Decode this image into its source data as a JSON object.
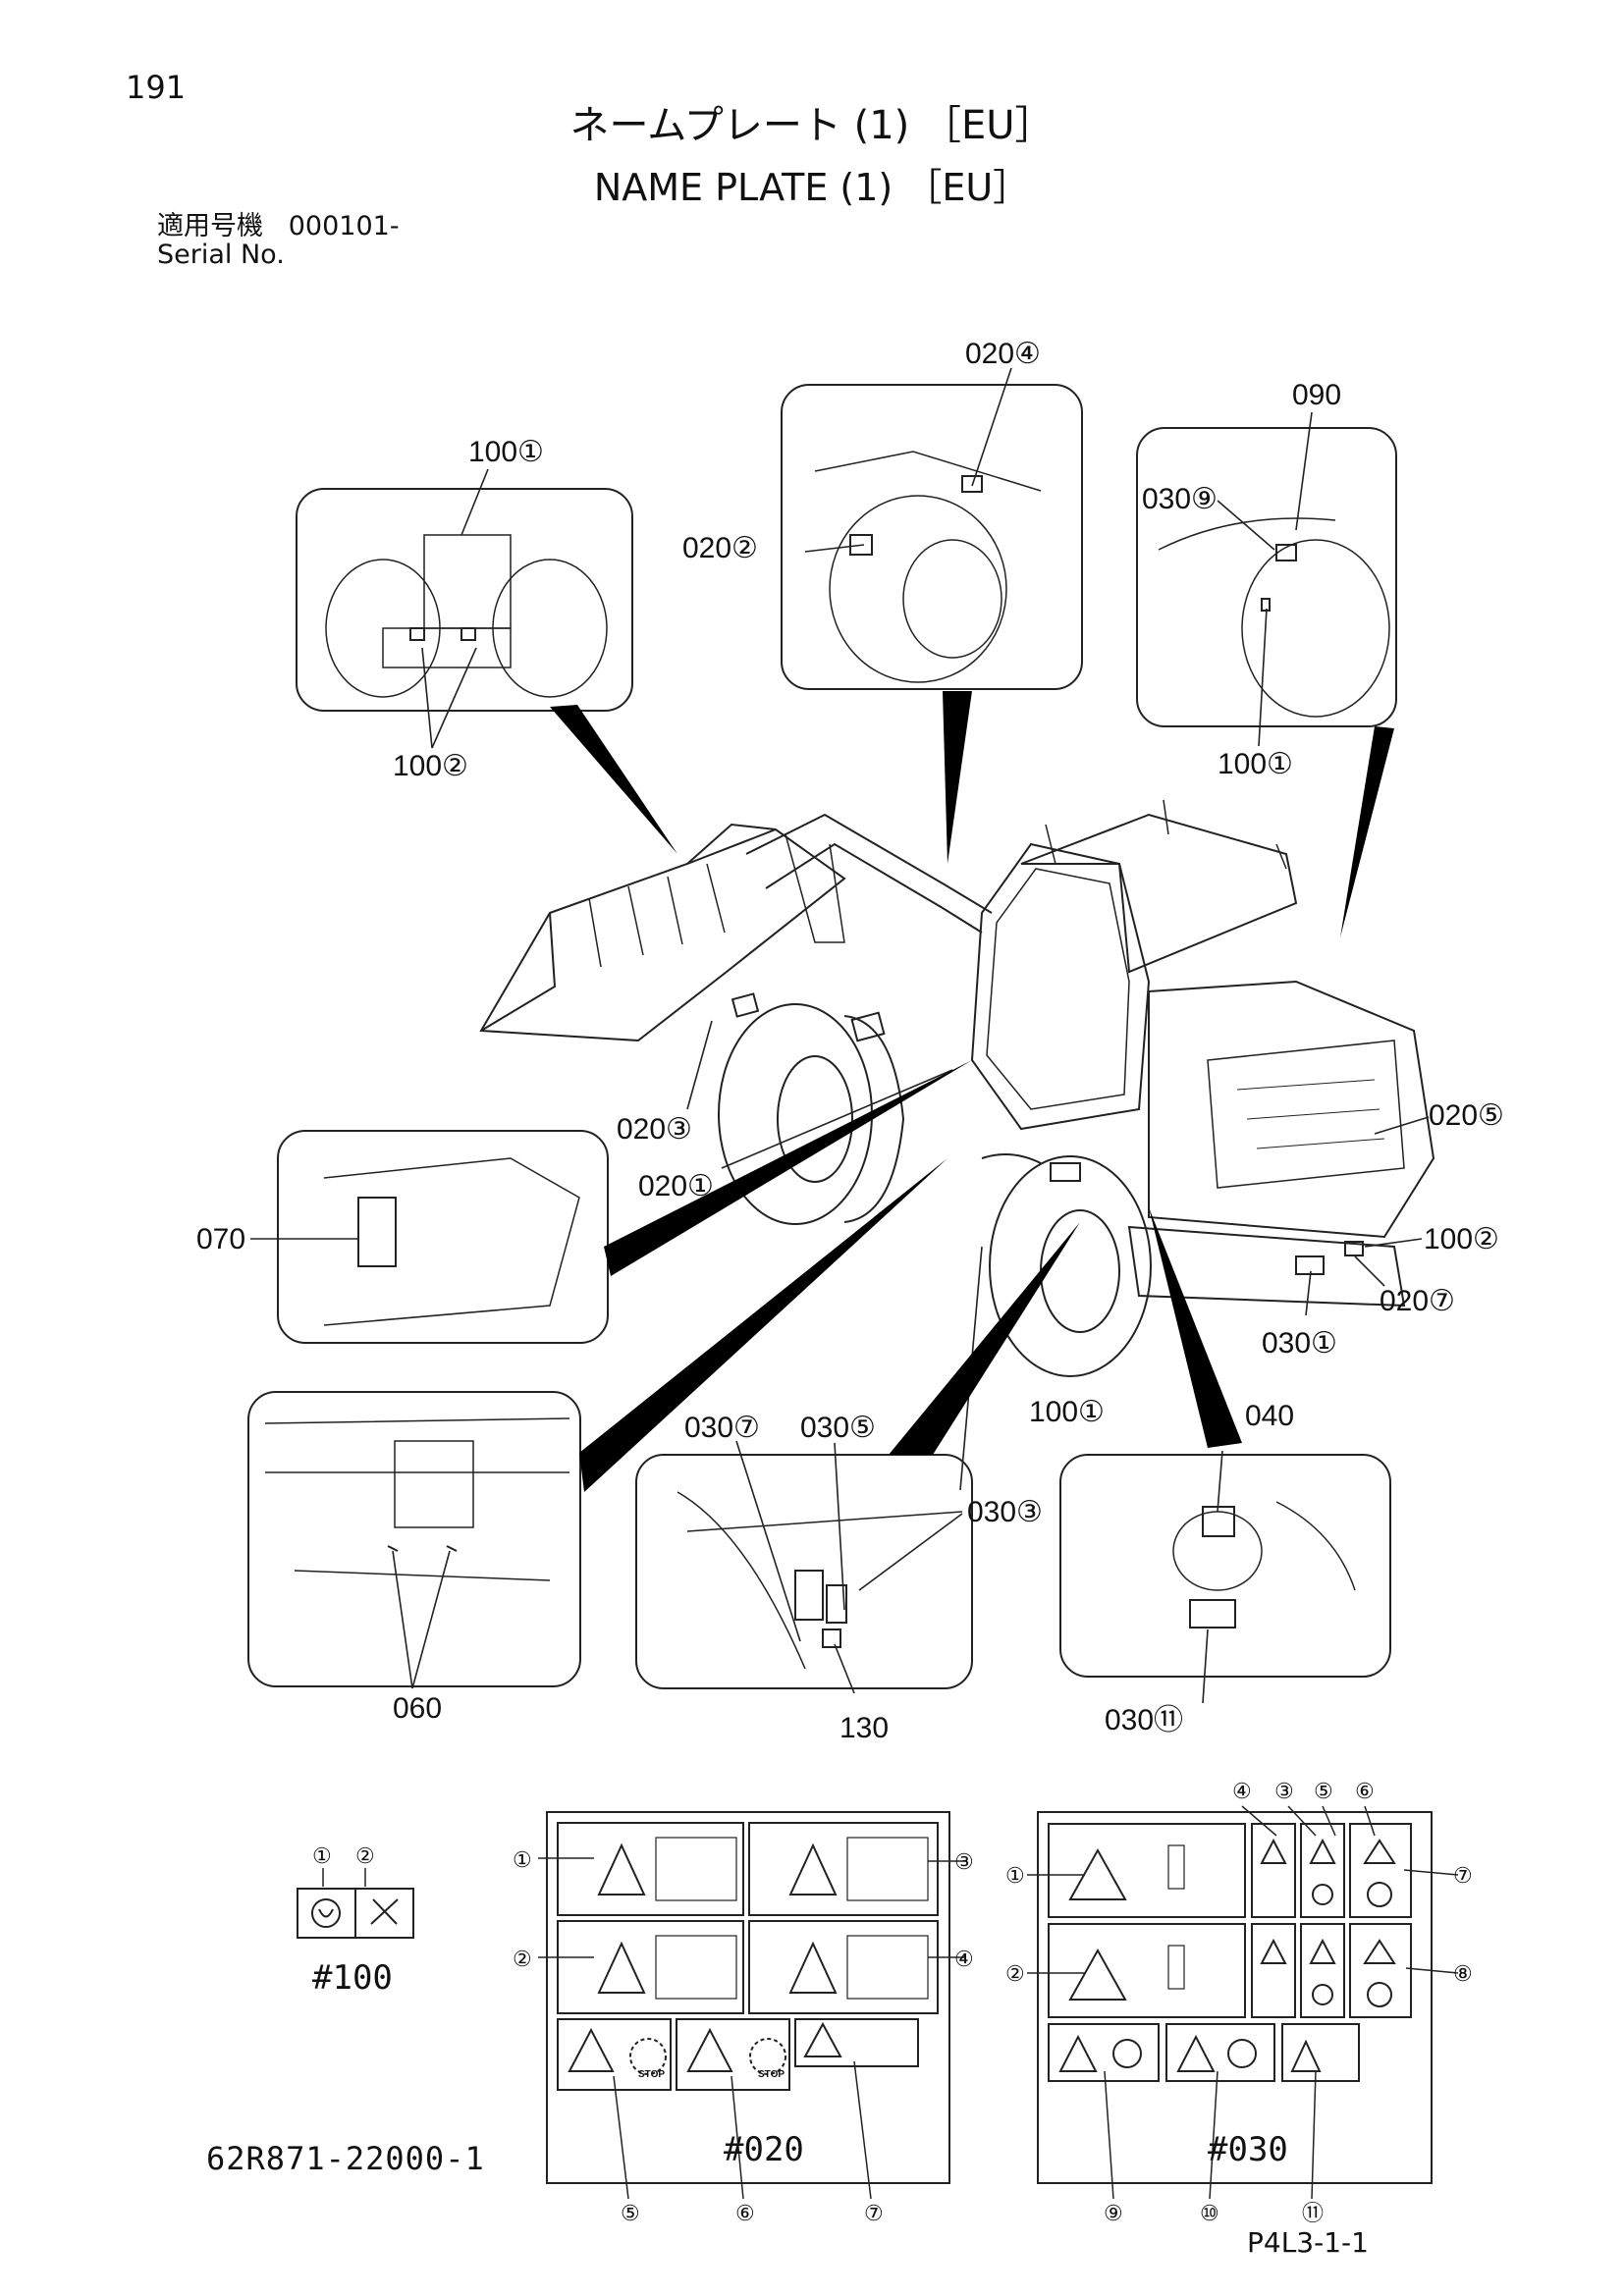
{
  "page_number": "191",
  "title_jp": "ネームプレート (1) ［EU］",
  "title_en": "NAME PLATE (1) ［EU］",
  "serial_label_jp": "適用号機",
  "serial_value": "000101-",
  "serial_label_en": "Serial No.",
  "callouts": {
    "c100_1_top": "100①",
    "c100_2_left": "100②",
    "c020_4": "020④",
    "c020_2": "020②",
    "c090": "090",
    "c030_9": "030⑨",
    "c100_1_right": "100①",
    "c020_3": "020③",
    "c020_1": "020①",
    "c020_5": "020⑤",
    "c100_2_right": "100②",
    "c020_7": "020⑦",
    "c030_1": "030①",
    "c070": "070",
    "c100_1_bottom": "100①",
    "c040": "040",
    "c030_7": "030⑦",
    "c030_5": "030⑤",
    "c030_3": "030③",
    "c060": "060",
    "c130": "130",
    "c030_11": "030⑪"
  },
  "set100": {
    "label": "#100",
    "n1": "①",
    "n2": "②"
  },
  "set020": {
    "label": "#020",
    "n1": "①",
    "n2": "②",
    "n3": "③",
    "n4": "④",
    "n5": "⑤",
    "n6": "⑥",
    "n7": "⑦",
    "stop": "STOP"
  },
  "set030": {
    "label": "#030",
    "n1": "①",
    "n2": "②",
    "n3": "③",
    "n4": "④",
    "n5": "⑤",
    "n6": "⑥",
    "n7": "⑦",
    "n8": "⑧",
    "n9": "⑨",
    "n10": "⑩",
    "n11": "⑪"
  },
  "drawing_code": "62R871-22000-1",
  "page_ref": "P4L3-1-1"
}
